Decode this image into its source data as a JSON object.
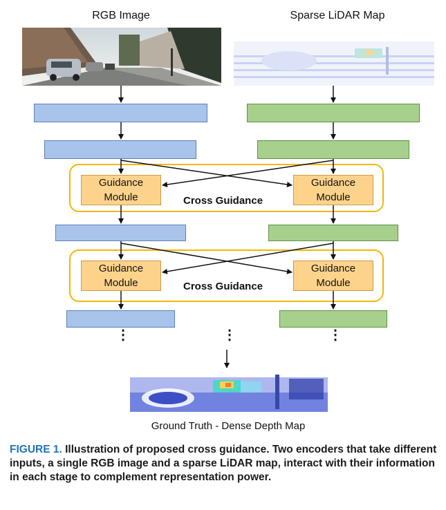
{
  "diagram": {
    "rgb_title": "RGB Image",
    "lidar_title": "Sparse LiDAR Map",
    "guidance_module_line1": "Guidance",
    "guidance_module_line2": "Module",
    "cross_guidance_label": "Cross Guidance",
    "ellipsis": "⋮",
    "output_label": "Ground Truth - Dense Depth Map"
  },
  "caption": {
    "figure_label": "FIGURE 1.",
    "text": "Illustration of proposed cross guidance. Two encoders that take different inputs, a single RGB image and a sparse LiDAR map, interact with their information in each stage to complement representation power."
  },
  "colors": {
    "rgb_encoder": "#a9c4eb",
    "lidar_encoder": "#a7d08c",
    "guidance_module": "#fdd38c",
    "guidance_frame": "#f2b705",
    "figure_label": "#1f74b8"
  },
  "icons": [
    "rgb-street-image",
    "sparse-lidar-image",
    "dense-depth-image",
    "arrow-icon"
  ]
}
